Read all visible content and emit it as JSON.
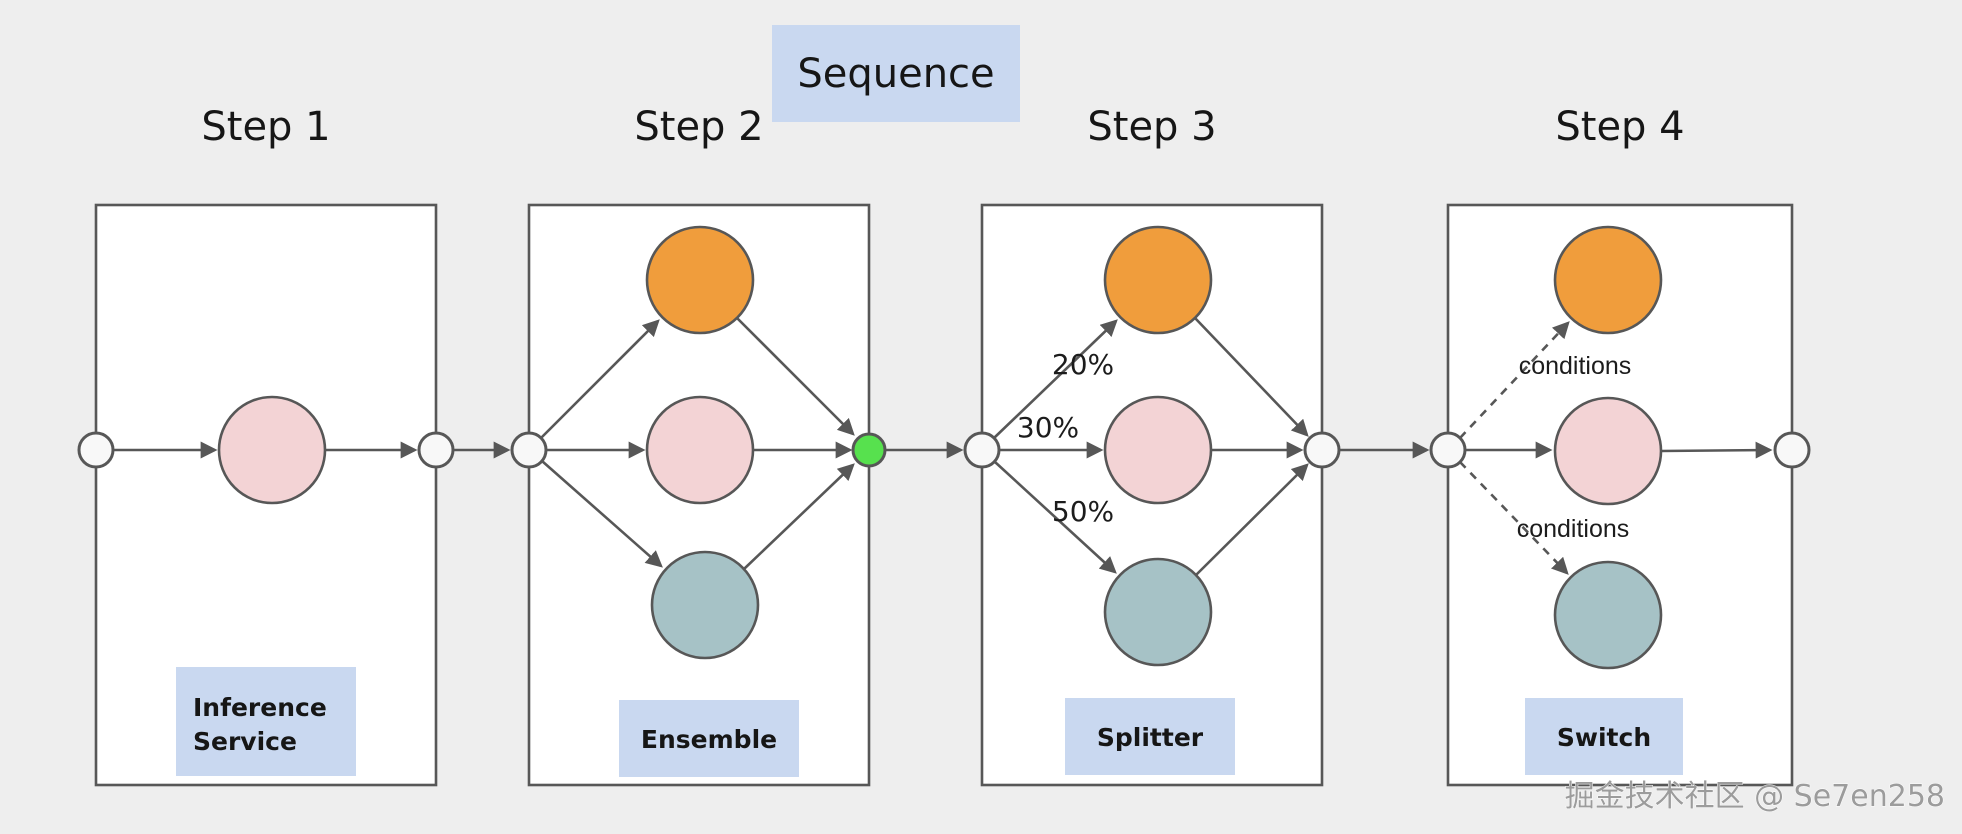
{
  "title": "Sequence",
  "watermark": "掘金技术社区 @ Se7en258",
  "steps": [
    {
      "title": "Step 1",
      "label_lines": [
        "Inference",
        "Service"
      ],
      "branch_labels": []
    },
    {
      "title": "Step 2",
      "label_lines": [
        "Ensemble"
      ],
      "branch_labels": []
    },
    {
      "title": "Step 3",
      "label_lines": [
        "Splitter"
      ],
      "branch_labels": [
        "20%",
        "30%",
        "50%"
      ]
    },
    {
      "title": "Step 4",
      "label_lines": [
        "Switch"
      ],
      "branch_labels": [
        "conditions",
        "conditions"
      ]
    }
  ],
  "colors": {
    "background": "#eeeeee",
    "box_fill": "#ffffff",
    "stroke": "#575757",
    "node_orange": "#f09d3c",
    "node_pink": "#f3d3d5",
    "node_teal": "#a6c2c6",
    "port_fill": "#f8f8f8",
    "active_green": "#57e14e",
    "label_bg": "#c9d8f0",
    "text": "#161616",
    "watermark": "#9c9c9c"
  }
}
